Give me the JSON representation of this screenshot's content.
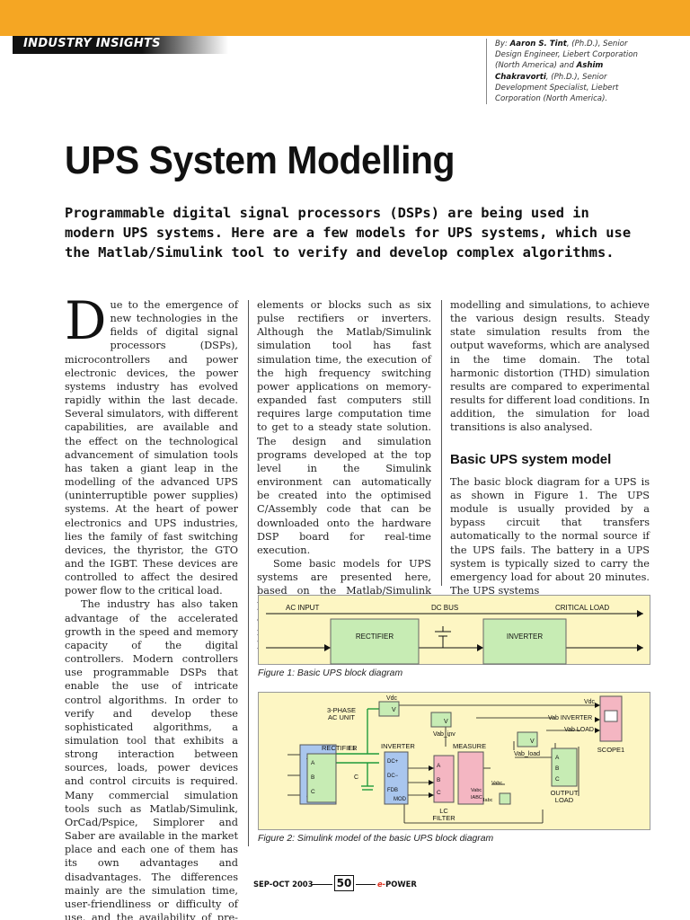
{
  "header": {
    "section_tag": "INDUSTRY INSIGHTS",
    "byline": {
      "by_label": "By:",
      "author1": "Aaron S. Tint",
      "author1_desc": ", (Ph.D.), Senior Design Engineer, Liebert Corporation (North America) and",
      "author2": "Ashim Chakravorti",
      "author2_desc": ", (Ph.D.), Senior Development Specialist, Liebert Corporation (North America)."
    }
  },
  "article": {
    "title": "UPS System Modelling",
    "deck": "Programmable digital signal processors (DSPs) are being used in modern UPS systems. Here are a few models for UPS systems, which use the Matlab/Simulink tool to verify and develop complex algorithms.",
    "drop_cap": "D",
    "col1_p1": "ue to the emergence of new technologies in the fields of digital signal processors (DSPs), microcontrollers and power electronic devices, the power systems industry has evolved rapidly within the last decade. Several simulators, with different capabilities, are available and the effect on the technological advancement of simulation tools has taken a giant leap in the modelling of the advanced UPS (uninterruptible power supplies) systems. At the heart of power electronics and UPS industries, lies the family of fast switching devices, the thyristor, the GTO and the IGBT. These devices are controlled to affect the desired power flow to the critical load.",
    "col1_p2": "The industry has also taken advantage of the accelerated growth in the speed and memory capacity of the digital controllers. Modern controllers use programmable DSPs that enable the use of intricate control algorithms. In order to verify and develop these sophisticated algorithms, a simulation tool that exhibits a strong interaction between sources, loads, power devices and control circuits is required. Many commercial simulation tools such as Matlab/Simulink, OrCad/Pspice, Simplorer and Saber are available in the market place and each one of them has its own advantages and disadvantages. The differences mainly are the simulation time, user-friendliness or difficulty of use, and the availability of pre-built control",
    "col2_p1": "elements or blocks such as six pulse rectifiers or inverters. Although the Matlab/Simulink simulation tool has fast simulation time, the execution of the high frequency switching power applications on memory-expanded fast computers still requires large computation time to get to a steady state solution. The design and simulation programs developed at the top level in the Simulink environment can automatically be created into the optimised C/Assembly code that can be downloaded onto the hardware DSP board for real-time execution.",
    "col2_p2": "Some basic models for UPS systems are presented here, based on the Matlab/Simulink platform. The closed loop control algorithms for the rectifiers or inverters are tested (iteratively) by mathematical",
    "col3_p1": "modelling and simulations, to achieve the various design results. Steady state simulation results from the output waveforms, which are analysed in the time domain. The total harmonic distortion (THD) simulation results are compared to experimental results for different load conditions. In addition, the simulation for load transitions is also analysed.",
    "subhead": "Basic UPS system model",
    "col3_p2": "The basic block diagram for a UPS is as shown in Figure 1. The UPS module is usually provided by a bypass circuit that transfers automatically to the normal source if the UPS fails. The battery in a UPS system is typically sized to carry the emergency load for about 20 minutes. The UPS systems"
  },
  "figure1": {
    "caption": "Figure 1: Basic UPS block diagram",
    "ac_input": "AC INPUT",
    "dc_bus": "DC BUS",
    "critical_load": "CRITICAL LOAD",
    "rectifier": "RECTIFIER",
    "inverter": "INVERTER"
  },
  "figure2": {
    "caption": "Figure 2: Simulink model of the basic UPS block diagram",
    "ac_unit_l1": "3-PHASE",
    "ac_unit_l2": "AC UNIT",
    "rectifier": "RECTIFIER",
    "inverter": "INVERTER",
    "measure": "MEASURE",
    "lc_filter_l1": "LC",
    "lc_filter_l2": "FILTER",
    "output_load_l1": "OUTPUT",
    "output_load_l2": "LOAD",
    "scope": "SCOPE1",
    "vdc_top": "Vdc",
    "vdc_right": "Vdc",
    "vab_inverter": "Vab INVERTER",
    "vab_load": "Vab LOAD",
    "vab_inv": "Vab_inv",
    "vab_load_small": "Vab_load",
    "l1": "L1",
    "c": "C",
    "v": "V",
    "a": "A",
    "b": "B",
    "c_port": "C",
    "dc_plus": "DC+",
    "dc_minus": "DC−",
    "fdb": "FDB",
    "mod": "MOD",
    "vabc": "Vabc",
    "iabc": "IABC",
    "labc": "Iabc"
  },
  "footer": {
    "date": "SEP-OCT 2003",
    "page": "50",
    "pub_e": "e-",
    "pub_rest": "POWER"
  },
  "colors": {
    "top_bar": "#f5a623",
    "figure_bg": "#fdf6c3",
    "block_blue": "#a9c6ee",
    "block_green": "#c7ecb4",
    "block_pink": "#f4b6c2",
    "wire_green": "#1f9a3a"
  }
}
